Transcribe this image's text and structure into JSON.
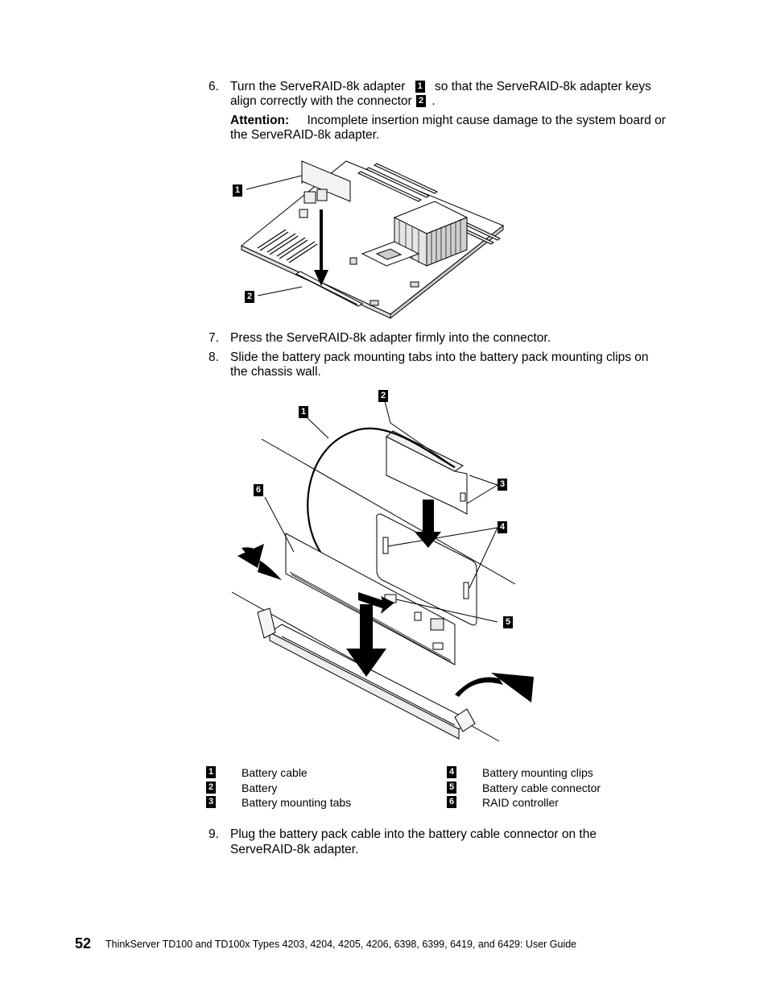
{
  "steps": {
    "s6": {
      "number": "6.",
      "text_before": "Turn the ServeRAID-8k adapter",
      "callout_a": "1",
      "text_mid": "so that the ServeRAID-8k adapter keys",
      "text_line2": "align correctly with the connector",
      "callout_b": "2",
      "text_end": ".",
      "attention_label": "Attention:",
      "attention_text_1": "Incomplete insertion might cause damage to the system board or",
      "attention_text_2": "the ServeRAID-8k adapter."
    },
    "s7": {
      "number": "7.",
      "text": "Press the ServeRAID-8k adapter firmly into the connector."
    },
    "s8": {
      "number": "8.",
      "text_1": "Slide the battery pack mounting tabs into the battery pack mounting clips on",
      "text_2": "the chassis wall."
    },
    "s9": {
      "number": "9.",
      "text_1": "Plug the battery pack cable into the battery cable connector on the",
      "text_2": "ServeRAID-8k adapter."
    }
  },
  "figure1": {
    "callouts": [
      "1",
      "2"
    ]
  },
  "figure2": {
    "callouts": [
      "1",
      "2",
      "3",
      "4",
      "5",
      "6"
    ]
  },
  "legend": [
    {
      "num": "1",
      "label": "Battery cable"
    },
    {
      "num": "2",
      "label": "Battery"
    },
    {
      "num": "3",
      "label": "Battery mounting tabs"
    },
    {
      "num": "4",
      "label": "Battery mounting clips"
    },
    {
      "num": "5",
      "label": "Battery cable connector"
    },
    {
      "num": "6",
      "label": "RAID controller"
    }
  ],
  "footer": {
    "page_number": "52",
    "title": "ThinkServer TD100 and TD100x Types 4203, 4204, 4205, 4206, 6398, 6399, 6419, and 6429:  User Guide"
  }
}
